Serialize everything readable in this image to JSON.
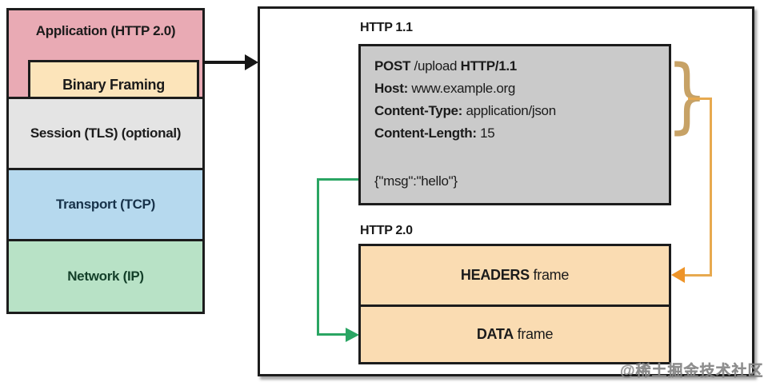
{
  "diagram": {
    "stack": {
      "layers": [
        {
          "id": "application",
          "label": "Application (HTTP 2.0)",
          "color": "#e9aab4"
        },
        {
          "id": "binary-framing",
          "label": "Binary Framing",
          "color": "#fce4ba"
        },
        {
          "id": "session",
          "label": "Session (TLS) (optional)",
          "color": "#e4e4e4"
        },
        {
          "id": "transport",
          "label": "Transport (TCP)",
          "color": "#b6d9ee"
        },
        {
          "id": "network",
          "label": "Network (IP)",
          "color": "#b8e2c6"
        }
      ]
    },
    "panel": {
      "http11_label": "HTTP 1.1",
      "request": {
        "line1": {
          "b1": "POST",
          "r1": " /upload ",
          "b2": "HTTP/1.1"
        },
        "line2": {
          "b1": "Host:",
          "r1": " www.example.org"
        },
        "line3": {
          "b1": "Content-Type:",
          "r1": " application/json"
        },
        "line4": {
          "b1": "Content-Length:",
          "r1": " 15"
        },
        "body": "{\"msg\":\"hello\"}"
      },
      "brace_glyph": "}",
      "http20_label": "HTTP 2.0",
      "frames": [
        {
          "bold": "HEADERS",
          "rest": " frame"
        },
        {
          "bold": "DATA",
          "rest": " frame"
        }
      ]
    },
    "arrows": {
      "stack_to_panel_color": "#161616",
      "headers_arrow_color": "#ee9428",
      "data_arrow_color": "#2aa563"
    },
    "watermark": "@稀土掘金技术社区"
  }
}
